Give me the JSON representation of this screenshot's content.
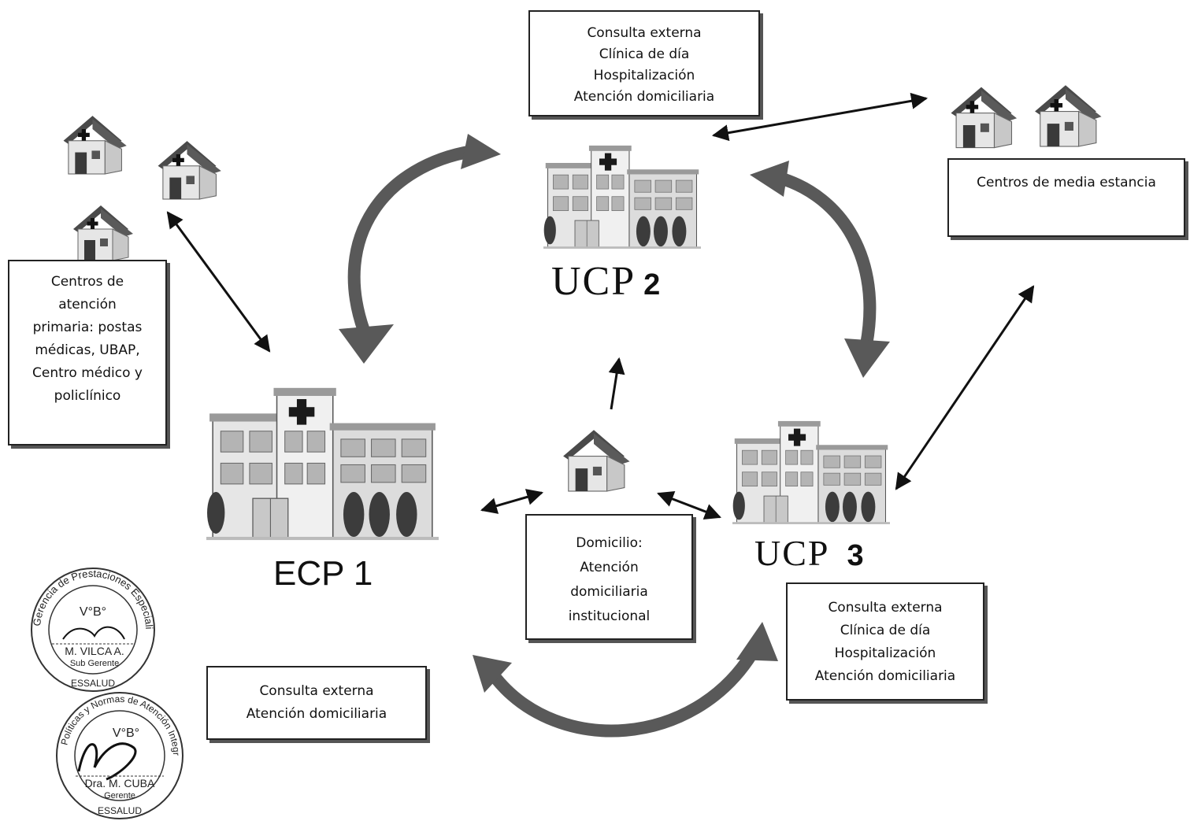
{
  "nodes": {
    "ucp2": {
      "label": "UCP",
      "number": "2",
      "services": [
        "Consulta externa",
        "Clínica de día",
        "Hospitalización",
        "Atención domiciliaria"
      ]
    },
    "ucp3": {
      "label": "UCP",
      "number": "3",
      "services": [
        "Consulta externa",
        "Clínica de día",
        "Hospitalización",
        "Atención domiciliaria"
      ]
    },
    "ecp1": {
      "label": "ECP 1",
      "services": [
        "Consulta externa",
        "Atención domiciliaria"
      ]
    },
    "media_estancia": {
      "text": "Centros de media estancia"
    },
    "primaria": {
      "lines": [
        "Centros de",
        "atención",
        "primaria: postas",
        "médicas, UBAP,",
        "Centro médico y",
        "policlínico"
      ]
    },
    "domicilio": {
      "lines": [
        "Domicilio:",
        "Atención",
        "domiciliaria",
        "institucional"
      ]
    }
  },
  "stamps": [
    {
      "ring_text": "Gerencia de Prestaciones Especializadas-GPNAIS-GCPS-",
      "bottom_text": "ESSALUD",
      "vb": "V°B°",
      "name": "M. VILCA A.",
      "role": "Sub Gerente"
    },
    {
      "ring_text": "Políticas y Normas de Atención Integral de",
      "bottom_text": "ESSALUD",
      "vb": "V°B°",
      "name": "Dra. M. CUBA",
      "role": "Gerente"
    }
  ],
  "colors": {
    "curved_arrow": "#595959",
    "line_arrow": "#111111",
    "box_border": "#222222",
    "building_wall": "#e6e6e6",
    "roof": "#4a4a4a",
    "cross": "#1a1a1a",
    "tree": "#3c3c3c"
  },
  "icons": [
    "hospital-building-icon",
    "house-clinic-icon",
    "house-icon",
    "stamp-seal"
  ]
}
